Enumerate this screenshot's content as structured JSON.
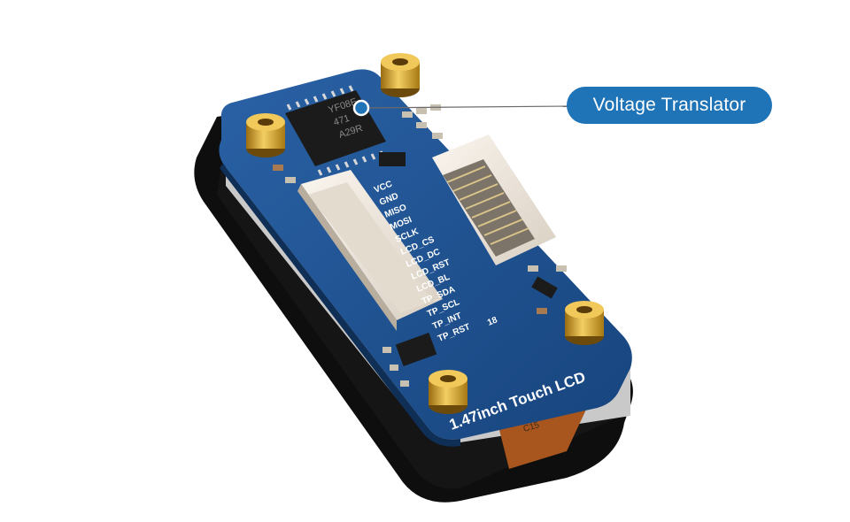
{
  "callout": {
    "label": "Voltage Translator"
  },
  "board": {
    "title": "1.47inch Touch LCD",
    "chip_marking_1": "YF08E",
    "chip_marking_2": "471",
    "chip_marking_3": "A29R",
    "pin_end_number": "18",
    "cap_label": "C15",
    "pins": [
      "VCC",
      "GND",
      "MISO",
      "MOSI",
      "SCLK",
      "LCD_CS",
      "LCD_DC",
      "LCD_RST",
      "LCD_BL",
      "TP_SDA",
      "TP_SCL",
      "TP_INT",
      "TP_RST"
    ]
  },
  "colors": {
    "pcb": "#1d4f8c",
    "callout": "#1f73b7",
    "connector": "#efe7dc",
    "standoff": "#d9a72a",
    "lcd_bezel": "#111111"
  }
}
